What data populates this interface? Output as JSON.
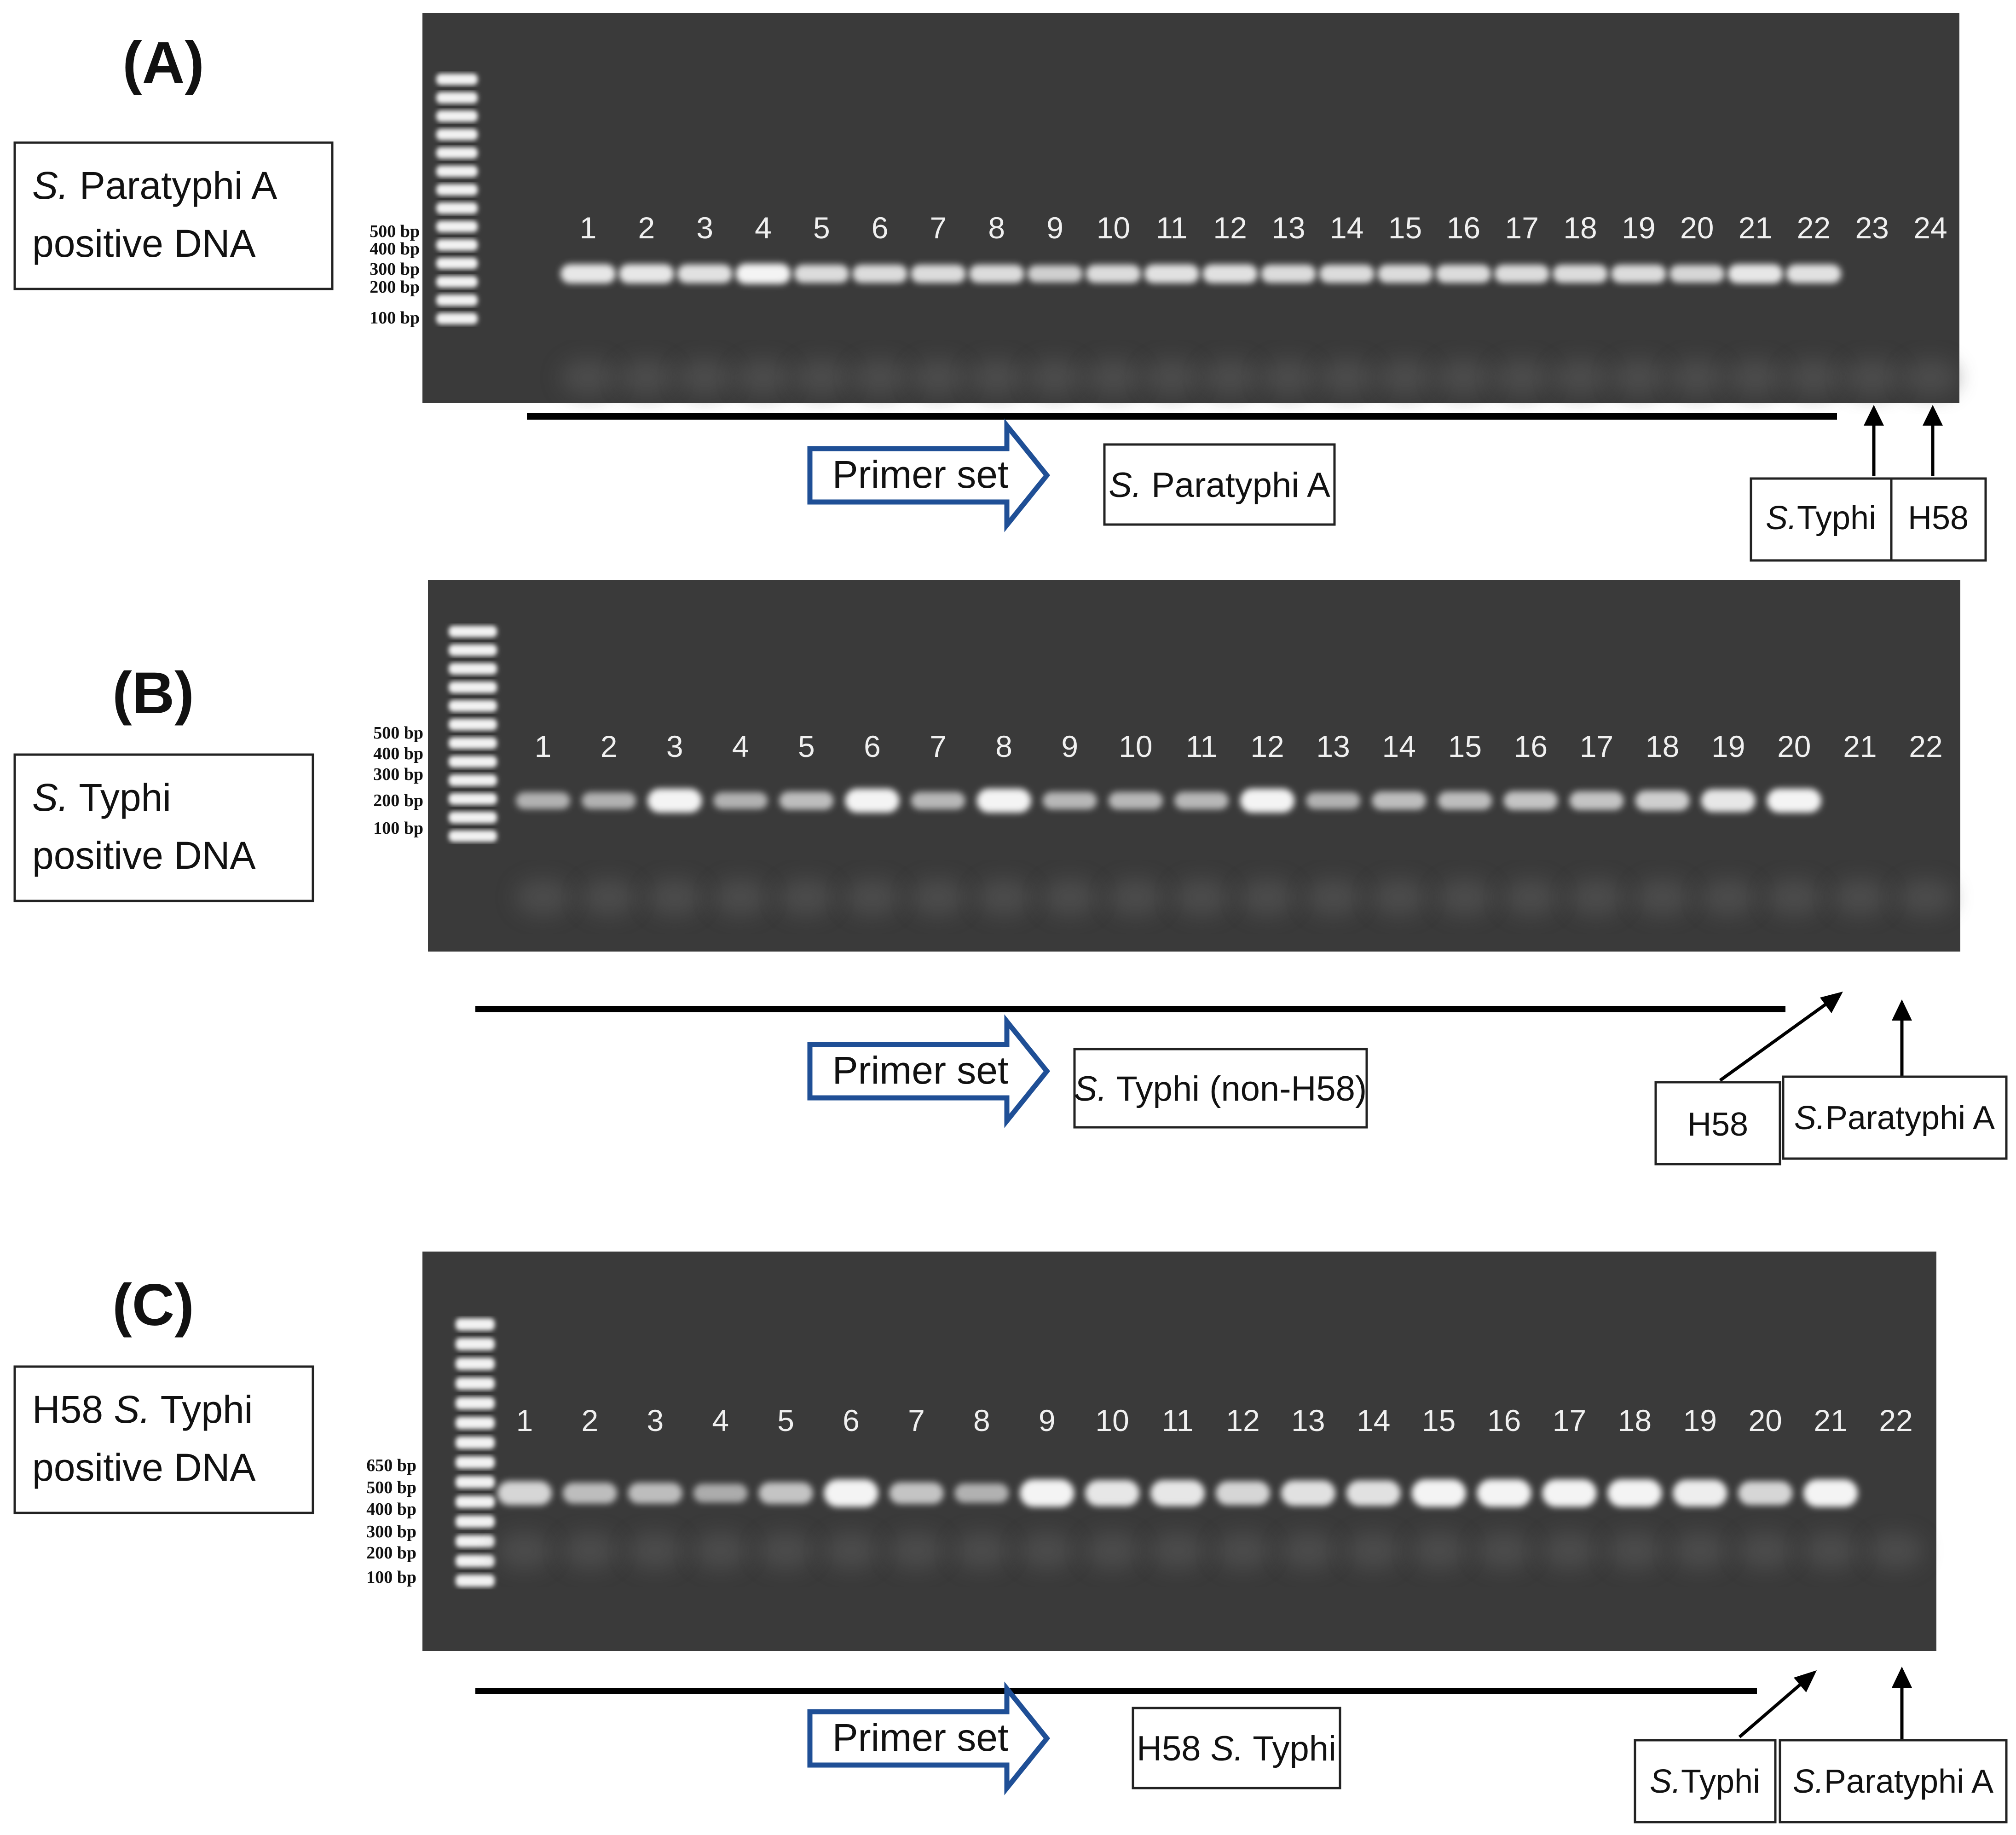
{
  "colors": {
    "gel": "#3a3a3a",
    "band": "#f4f4f4",
    "lane_label": "#f0f0f0",
    "arrow_outline": "#1f4f96"
  },
  "panels": [
    {
      "letter": "(A)",
      "sample": {
        "prefix": "S.",
        "rest_line1": " Paratyphi A",
        "line2": "positive DNA"
      },
      "ladder_labels": [
        "500 bp",
        "400 bp",
        "300 bp",
        "200 bp",
        "100 bp"
      ],
      "lanes": [
        "1",
        "2",
        "3",
        "4",
        "5",
        "6",
        "7",
        "8",
        "9",
        "10",
        "11",
        "12",
        "13",
        "14",
        "15",
        "16",
        "17",
        "18",
        "19",
        "20",
        "21",
        "22",
        "23",
        "24"
      ],
      "band_intensity": [
        0.9,
        0.9,
        0.85,
        1,
        0.8,
        0.8,
        0.8,
        0.8,
        0.7,
        0.8,
        0.85,
        0.85,
        0.8,
        0.8,
        0.8,
        0.8,
        0.8,
        0.8,
        0.8,
        0.75,
        0.9,
        0.85,
        0,
        0
      ],
      "primer": {
        "label": "Primer set",
        "target_italic": "S.",
        "target_rest": " Paratyphi A"
      },
      "controls": [
        {
          "italic": "S.",
          "rest": "Typhi"
        },
        {
          "italic": "",
          "rest": "H58"
        }
      ]
    },
    {
      "letter": "(B)",
      "sample": {
        "prefix": "S.",
        "rest_line1": " Typhi",
        "line2": "positive DNA"
      },
      "ladder_labels": [
        "500 bp",
        "400 bp",
        "300 bp",
        "200 bp",
        "100 bp"
      ],
      "lanes": [
        "1",
        "2",
        "3",
        "4",
        "5",
        "6",
        "7",
        "8",
        "9",
        "10",
        "11",
        "12",
        "13",
        "14",
        "15",
        "16",
        "17",
        "18",
        "19",
        "20",
        "21",
        "22"
      ],
      "band_intensity": [
        0.45,
        0.45,
        1,
        0.45,
        0.55,
        1,
        0.5,
        1,
        0.5,
        0.5,
        0.5,
        1,
        0.45,
        0.55,
        0.55,
        0.6,
        0.6,
        0.7,
        0.9,
        1,
        0,
        0
      ],
      "primer": {
        "label": "Primer set",
        "target_italic": "S.",
        "target_rest": " Typhi (non-H58)"
      },
      "controls": [
        {
          "italic": "",
          "rest": "H58"
        },
        {
          "italic": "S.",
          "rest": "Paratyphi A"
        }
      ]
    },
    {
      "letter": "(C)",
      "sample": {
        "prefix": "H58 ",
        "prefix_italic": "S.",
        "rest_line1": " Typhi",
        "line2": "positive DNA"
      },
      "ladder_labels": [
        "650 bp",
        "500 bp",
        "400 bp",
        "300 bp",
        "200 bp",
        "100 bp"
      ],
      "lanes": [
        "1",
        "2",
        "3",
        "4",
        "5",
        "6",
        "7",
        "8",
        "9",
        "10",
        "11",
        "12",
        "13",
        "14",
        "15",
        "16",
        "17",
        "18",
        "19",
        "20",
        "21",
        "22"
      ],
      "band_intensity": [
        0.75,
        0.55,
        0.55,
        0.4,
        0.6,
        1,
        0.6,
        0.45,
        1,
        0.9,
        0.9,
        0.75,
        0.85,
        0.85,
        1,
        1,
        1,
        1,
        0.95,
        0.75,
        1,
        0
      ],
      "primer": {
        "label": "Primer set",
        "target_prefix": "H58 ",
        "target_italic": "S.",
        "target_rest": " Typhi"
      },
      "controls": [
        {
          "italic": "S.",
          "rest": "Typhi"
        },
        {
          "italic": "S.",
          "rest": "Paratyphi A"
        }
      ]
    }
  ]
}
